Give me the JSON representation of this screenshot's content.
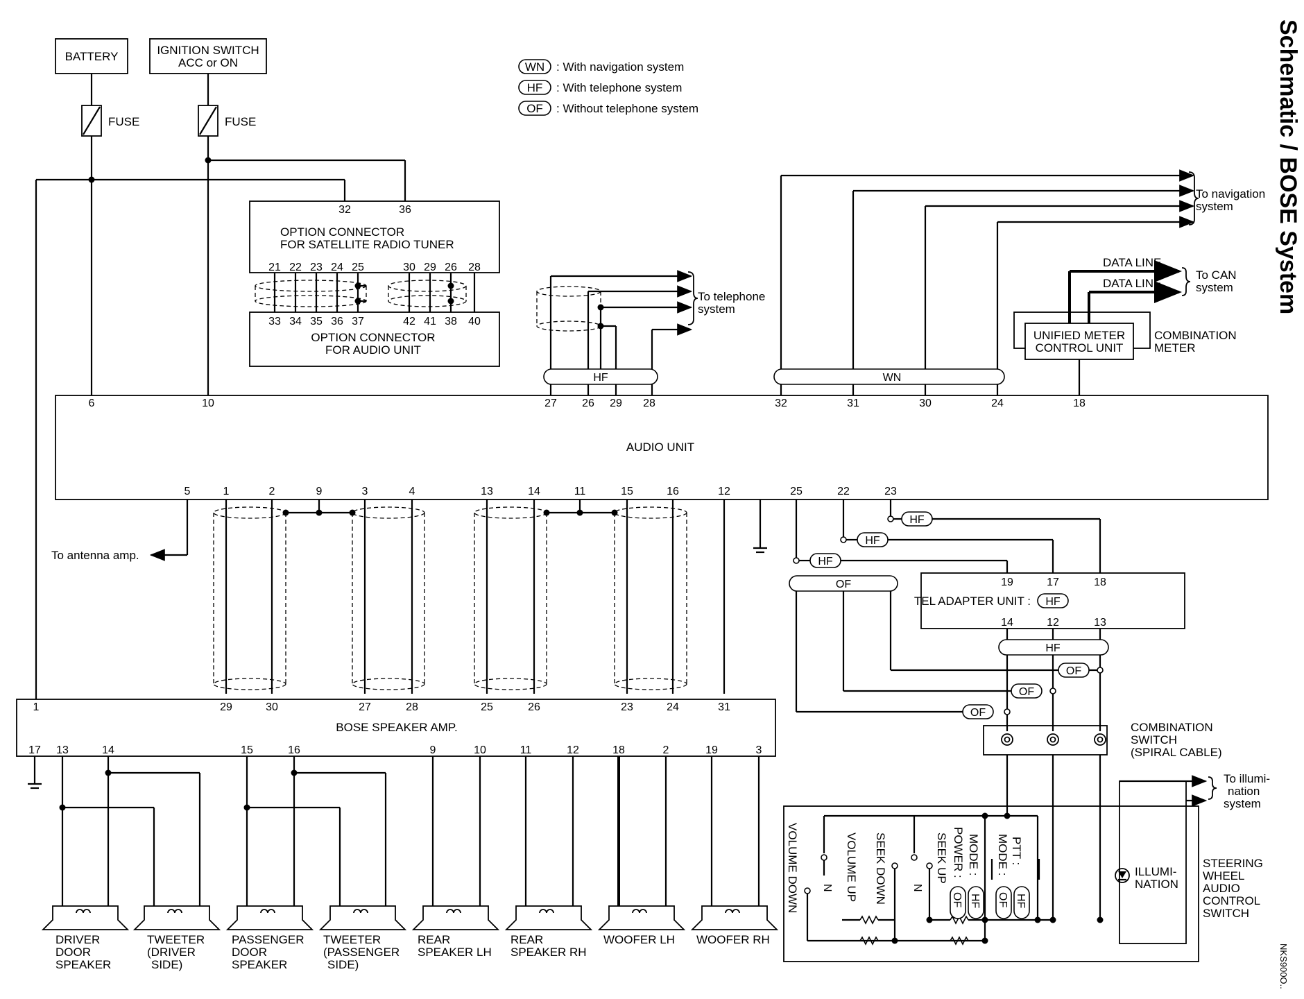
{
  "title": "Schematic / BOSE System",
  "code": "NKS900O..",
  "legend": [
    {
      "tag": "WN",
      "text": ": With navigation system"
    },
    {
      "tag": "HF",
      "text": ": With telephone system"
    },
    {
      "tag": "OF",
      "text": ": Without telephone system"
    }
  ],
  "power": {
    "battery": "BATTERY",
    "ignition_l1": "IGNITION SWITCH",
    "ignition_l2": "ACC or ON",
    "fuse1": "FUSE",
    "fuse2": "FUSE"
  },
  "sat_tuner": {
    "l1": "OPTION CONNECTOR",
    "l2": "FOR SATELLITE RADIO TUNER",
    "pins_top": [
      "32",
      "36"
    ],
    "pins_bot": [
      "21",
      "22",
      "23",
      "24",
      "25",
      "30",
      "29",
      "26",
      "28"
    ]
  },
  "opt_audio": {
    "l1": "OPTION CONNECTOR",
    "l2": "FOR AUDIO UNIT",
    "pins": [
      "33",
      "34",
      "35",
      "36",
      "37",
      "42",
      "41",
      "38",
      "40"
    ]
  },
  "audio_unit": {
    "label": "AUDIO UNIT",
    "pins_top": [
      "6",
      "10",
      "27",
      "26",
      "29",
      "28",
      "32",
      "31",
      "30",
      "24",
      "18"
    ],
    "pins_bot": [
      "5",
      "1",
      "2",
      "9",
      "3",
      "4",
      "13",
      "14",
      "11",
      "15",
      "16",
      "12",
      "25",
      "22",
      "23"
    ]
  },
  "telephone": {
    "bundle": "HF",
    "to_l1": "To telephone",
    "to_l2": "system"
  },
  "navigation": {
    "bundle": "WN",
    "to_l1": "To navigation",
    "to_l2": "system"
  },
  "can": {
    "dl1": "DATA LINE",
    "dl2": "DATA LINE",
    "to_l1": "To CAN",
    "to_l2": "system"
  },
  "meter": {
    "u1": "UNIFIED METER",
    "u2": "CONTROL UNIT",
    "c1": "COMBINATION",
    "c2": "METER"
  },
  "antenna": "To antenna amp.",
  "amp": {
    "label": "BOSE SPEAKER AMP.",
    "pins_top": [
      "1",
      "29",
      "30",
      "27",
      "28",
      "25",
      "26",
      "23",
      "24",
      "31"
    ],
    "pins_bot": [
      "17",
      "13",
      "14",
      "15",
      "16",
      "9",
      "10",
      "11",
      "12",
      "18",
      "2",
      "19",
      "3"
    ]
  },
  "tel_adapter": {
    "label": "TEL ADAPTER UNIT :",
    "tag": "HF",
    "pins_top": [
      "19",
      "17",
      "18"
    ],
    "pins_bot": [
      "14",
      "12",
      "13"
    ]
  },
  "bundles": {
    "of": "OF",
    "hf": "HF"
  },
  "combo_switch": {
    "l1": "COMBINATION",
    "l2": "SWITCH",
    "l3": "(SPIRAL CABLE)"
  },
  "illum_to": {
    "l1": "To illumi-",
    "l2": "nation",
    "l3": "system"
  },
  "steering": {
    "l1": "STEERING",
    "l2": "WHEEL",
    "l3": "AUDIO",
    "l4": "CONTROL",
    "l5": "SWITCH",
    "illum_l1": "ILLUMI-",
    "illum_l2": "NATION",
    "volume_down": "VOLUME DOWN",
    "volume_up": "VOLUME UP",
    "seek_down": "SEEK DOWN",
    "seek_up": "SEEK UP",
    "power": "POWER :",
    "mode": "MODE :",
    "mode2": "MODE :",
    "ptt": "PTT :",
    "n": "N"
  },
  "speakers": [
    {
      "l1": "DRIVER",
      "l2": "DOOR",
      "l3": "SPEAKER"
    },
    {
      "l1": "TWEETER",
      "l2": "(DRIVER",
      "l3": "SIDE)"
    },
    {
      "l1": "PASSENGER",
      "l2": "DOOR",
      "l3": "SPEAKER"
    },
    {
      "l1": "TWEETER",
      "l2": "(PASSENGER",
      "l3": "SIDE)"
    },
    {
      "l1": "REAR",
      "l2": "SPEAKER LH",
      "l3": ""
    },
    {
      "l1": "REAR",
      "l2": "SPEAKER RH",
      "l3": ""
    },
    {
      "l1": "WOOFER LH",
      "l2": "",
      "l3": ""
    },
    {
      "l1": "WOOFER RH",
      "l2": "",
      "l3": ""
    }
  ]
}
